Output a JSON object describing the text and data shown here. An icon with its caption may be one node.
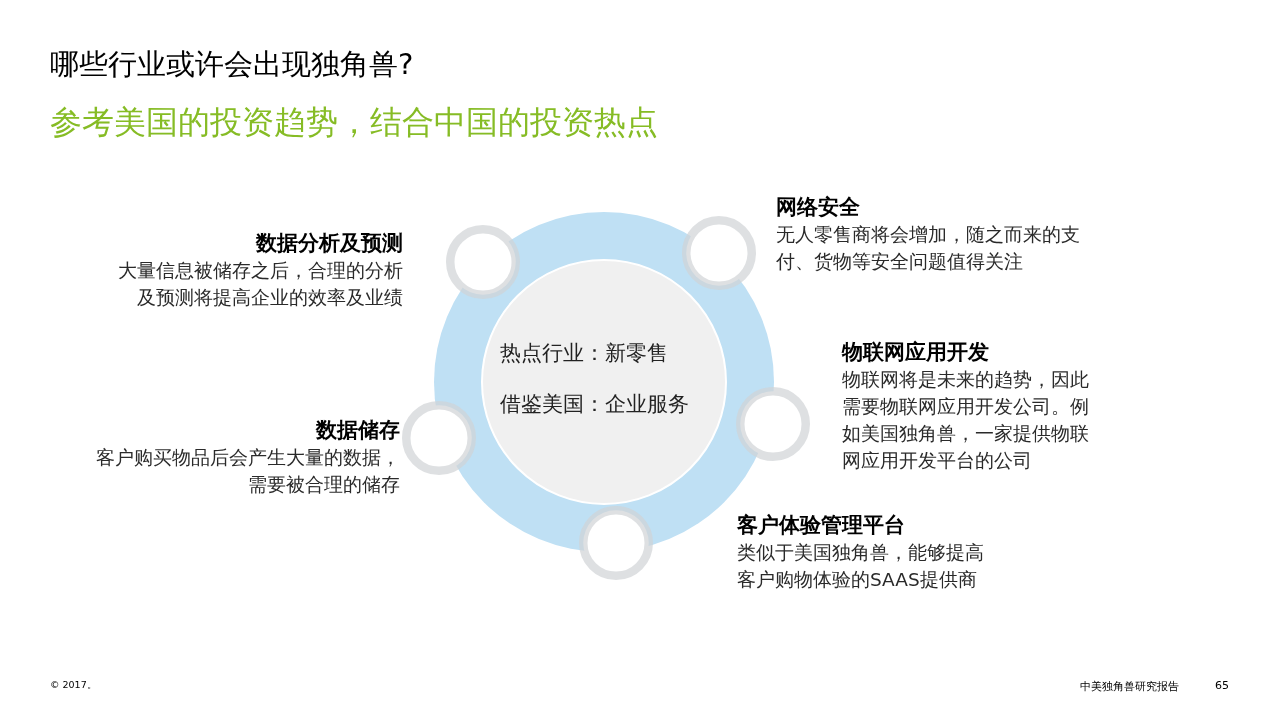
{
  "diagram": {
    "title": "哪些行业或许会出现独角兽?",
    "nodes": [
      {
        "text": [],
        "shape": "circle"
      },
      {
        "text": [
          "热点行业：新零售",
          "借鉴美国：企业服务"
        ],
        "in": 0
      },
      {
        "text": [],
        "shape": "circle",
        "beside": [
          "数据分析及预测",
          "大量信息被储存之后，合理的分析及预测将提高企业的效率及业绩"
        ]
      },
      {
        "text": [],
        "shape": "circle",
        "beside": [
          "网络安全",
          "无人零售商将会增加，随之而来的支付、货物等安全问题值得关注"
        ]
      },
      {
        "text": [],
        "shape": "circle",
        "beside": [
          "物联网应用开发",
          "物联网将是未来的趋势，因此需要物联网应用开发公司。例如美国独角兽，一家提供物联网应用开发平台的公司"
        ]
      },
      {
        "text": [],
        "shape": "circle",
        "beside": [
          "数据储存",
          "客户购买物品后会产生大量的数据，需要被合理的储存"
        ]
      },
      {
        "text": [],
        "shape": "circle",
        "beside": [
          "客户体验管理平台",
          "类似于美国独角兽，能够提高客户购物体验的SAAS提供商"
        ]
      }
    ],
    "labels": [
      "参考美国的投资趋势，结合中国的投资热点",
      "© 2017。",
      "中美独角兽研究报告",
      "65"
    ]
  }
}
